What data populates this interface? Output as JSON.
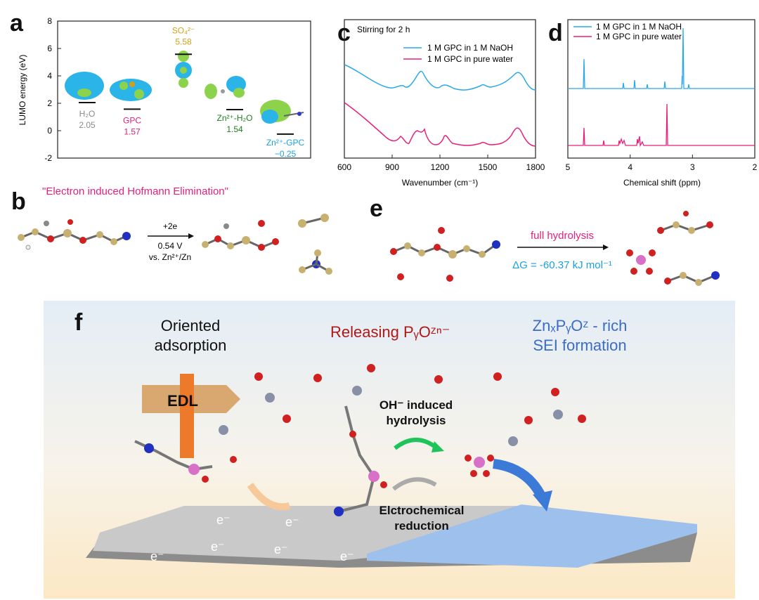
{
  "panel_letters": {
    "a": "a",
    "b": "b",
    "c": "c",
    "d": "d",
    "e": "e",
    "f": "f"
  },
  "panel_a": {
    "ylabel": "LUMO energy (eV)",
    "yticks": [
      "-2",
      "0",
      "2",
      "4",
      "6",
      "8"
    ],
    "ylim": [
      -2,
      8
    ],
    "items": [
      {
        "name": "H2O",
        "label": "H₂O",
        "value": "2.05",
        "energy": 2.05,
        "color": "#8a8a8a"
      },
      {
        "name": "GPC",
        "label": "GPC",
        "value": "1.57",
        "energy": 1.57,
        "color": "#e0207a"
      },
      {
        "name": "SO4",
        "label": "SO₄²⁻",
        "value": "5.58",
        "energy": 5.58,
        "color": "#d4a017"
      },
      {
        "name": "Zn-H2O",
        "label": "Zn²⁺-H₂O",
        "value": "1.54",
        "energy": 1.54,
        "color": "#1e7d1e"
      },
      {
        "name": "Zn-GPC",
        "label": "Zn²⁺-GPC",
        "value": "−0.25",
        "energy": -0.25,
        "color": "#1aa0e0"
      }
    ]
  },
  "panel_c": {
    "annotation": "Stirring for 2 h",
    "xlabel": "Wavenumber (cm⁻¹)",
    "xticks": [
      "600",
      "900",
      "1200",
      "1500",
      "1800"
    ]
  },
  "panel_d": {
    "xlabel": "Chemical shift (ppm)",
    "xticks": [
      "5",
      "4",
      "3",
      "2"
    ]
  },
  "panel_b": {
    "title": "\"Electron induced Hofmann Elimination\"",
    "arrow_top": "+2e",
    "arrow_mid": "0.54 V",
    "arrow_bot": "vs. Zn²⁺/Zn"
  },
  "panel_e": {
    "arrow_top": "full hydrolysis",
    "arrow_bot": "ΔG = -60.37 kJ mol⁻¹"
  },
  "panel_f": {
    "oriented_line1": "Oriented",
    "oriented_line2": "adsorption",
    "releasing": "Releasing PᵧOᶻⁿ⁻",
    "sei_line1": "ZnₓPᵧOᶻ - rich",
    "sei_line2": "SEI formation",
    "edl": "EDL",
    "hydrolysis_line1": "OH⁻ induced",
    "hydrolysis_line2": "hydrolysis",
    "reduction_line1": "Elctrochemical",
    "reduction_line2": "reduction",
    "electron": "e⁻"
  },
  "chart_data": [
    {
      "type": "bar",
      "title": "",
      "ylabel": "LUMO energy (eV)",
      "xlabel": "",
      "ylim": [
        -2,
        8
      ],
      "categories": [
        "H₂O",
        "GPC",
        "SO₄²⁻",
        "Zn²⁺-H₂O",
        "Zn²⁺-GPC"
      ],
      "values": [
        2.05,
        1.57,
        5.58,
        1.54,
        -0.25
      ]
    },
    {
      "type": "line",
      "title": "",
      "xlabel": "Wavenumber (cm⁻¹)",
      "xlim": [
        600,
        1800
      ],
      "series": [
        {
          "name": "1 M GPC in 1 M NaOH",
          "color": "#2aa8e8"
        },
        {
          "name": "1 M GPC in pure water",
          "color": "#e8207a"
        }
      ]
    },
    {
      "type": "line",
      "title": "",
      "xlabel": "Chemical shift (ppm)",
      "xlim": [
        5,
        2
      ],
      "series": [
        {
          "name": "1 M GPC in 1 M NaOH",
          "color": "#2aa8e8"
        },
        {
          "name": "1 M GPC in pure water",
          "color": "#e8207a"
        }
      ]
    }
  ]
}
